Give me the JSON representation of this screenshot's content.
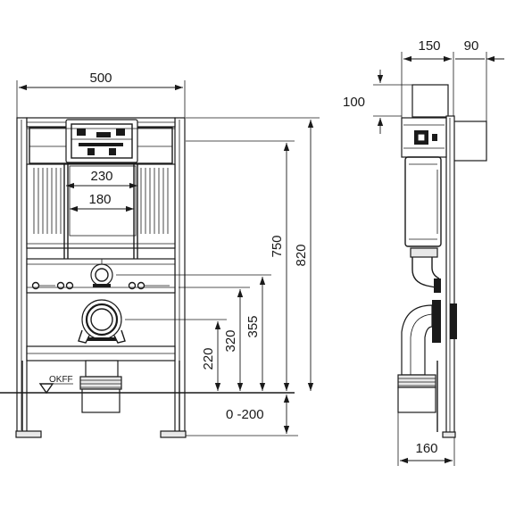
{
  "front_view": {
    "width_label": "500",
    "outer_bracket_label": "230",
    "inner_bracket_label": "180",
    "height_total_label": "820",
    "height_frame_label": "750",
    "flush_height_label": "355",
    "drain_height_label": "320",
    "drain_low_label": "220",
    "adjust_range_label": "0 -200",
    "floor_label": "OKFF"
  },
  "side_view": {
    "depth_label": "150",
    "extension_label": "90",
    "top_offset_label": "100",
    "base_depth_label": "160"
  }
}
